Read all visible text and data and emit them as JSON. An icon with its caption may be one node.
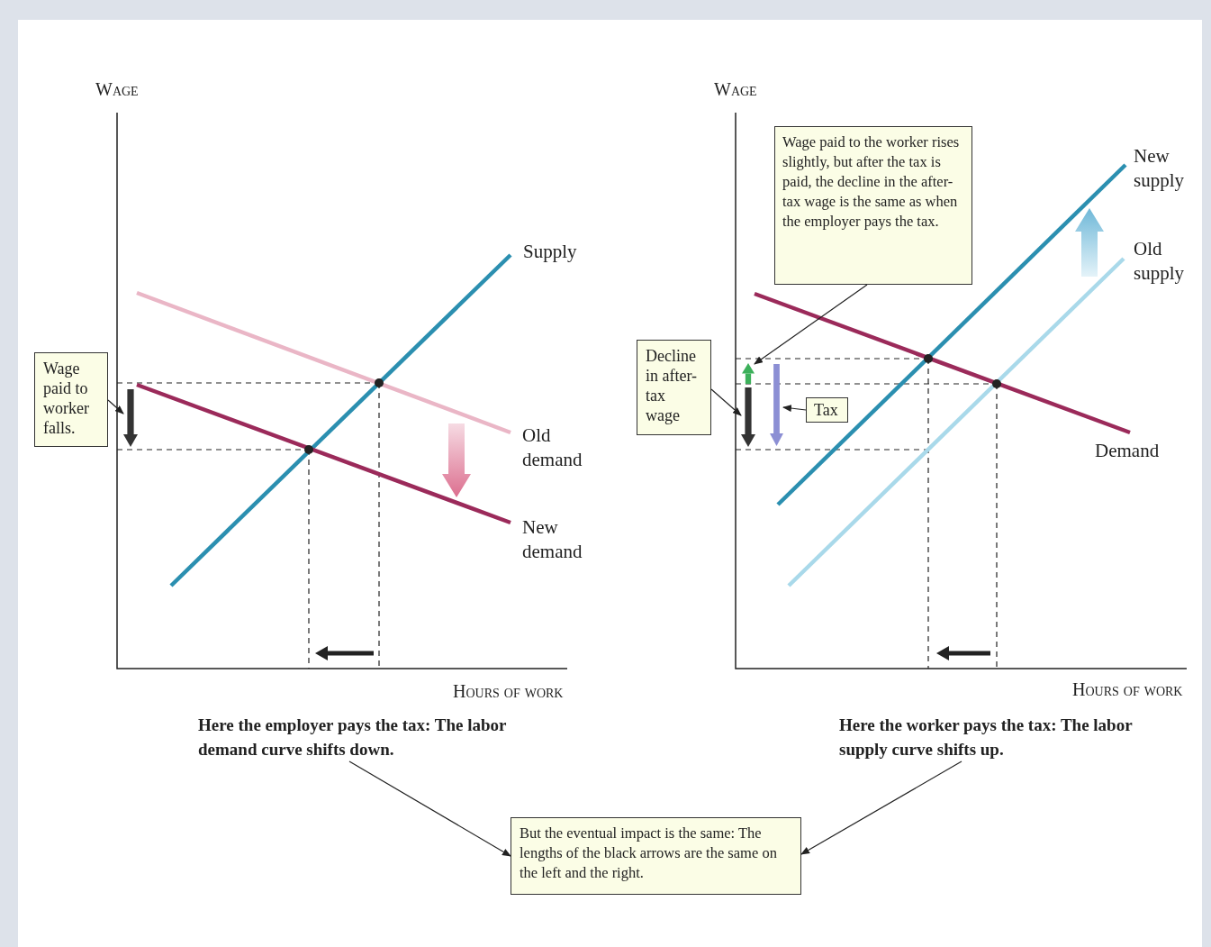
{
  "diagram": {
    "nodes": [
      {
        "text": [
          "Wage paid to worker falls."
        ]
      },
      {
        "text": [],
        "shape": "arrow"
      },
      {
        "text": [
          "Here the employer pays the tax: The labor demand curve shifts down."
        ]
      },
      {
        "text": [
          "Wage paid to the worker rises slightly, but after the tax is paid, the decline in the after-tax wage is the same as when the employer pays the tax."
        ]
      },
      {
        "text": [
          "Decline in after-tax wage"
        ]
      },
      {
        "text": [
          "Tax"
        ]
      },
      {
        "text": [],
        "shape": "arrow"
      },
      {
        "text": [],
        "shape": "arrow"
      },
      {
        "text": [],
        "shape": "arrow"
      },
      {
        "text": [
          "Here the worker pays the tax: The labor supply curve shifts up."
        ]
      },
      {
        "text": [
          "But the eventual impact is the same: The lengths of the black arrows are the same on the left and the right."
        ]
      }
    ],
    "edges": [
      {
        "from": 0,
        "to": 1,
        "arrow": "to"
      },
      {
        "from": 3,
        "to": 6,
        "arrow": "to"
      },
      {
        "from": 4,
        "to": 7,
        "arrow": "to"
      },
      {
        "from": 5,
        "to": 8,
        "arrow": "to"
      },
      {
        "from": 2,
        "to": 10,
        "arrow": "to"
      },
      {
        "from": 9,
        "to": 10,
        "arrow": "to"
      }
    ],
    "labels": [
      "Wage",
      "Supply",
      "Old demand",
      "New demand",
      "Hours of work",
      "Wage",
      "New supply",
      "Old supply",
      "Demand",
      "Hours of work"
    ]
  }
}
